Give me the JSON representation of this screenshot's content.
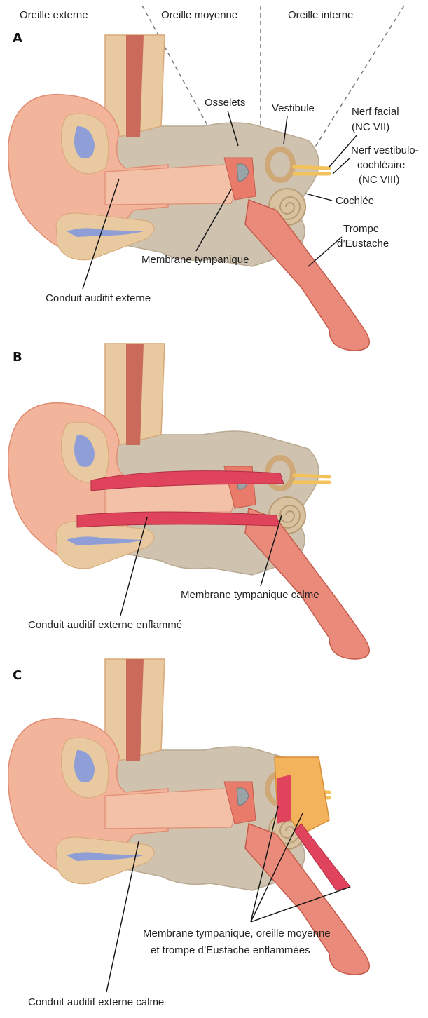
{
  "regions": {
    "outer": "Oreille externe",
    "middle": "Oreille moyenne",
    "inner": "Oreille interne"
  },
  "panels": [
    {
      "letter": "A",
      "labels": {
        "ossicles": "Osselets",
        "vestibule": "Vestibule",
        "facial_nerve_1": "Nerf facial",
        "facial_nerve_2": "(NC VII)",
        "vc_nerve_1": "Nerf vestibulo-",
        "vc_nerve_2": "cochléaire",
        "vc_nerve_3": "(NC VIII)",
        "cochlea": "Cochlée",
        "eustachian_1": "Trompe",
        "eustachian_2": "d’Eustache",
        "tympanic": "Membrane tympanique",
        "canal": "Conduit auditif externe"
      }
    },
    {
      "letter": "B",
      "labels": {
        "tympanic": "Membrane tympanique calme",
        "canal": "Conduit auditif externe enflammé"
      }
    },
    {
      "letter": "C",
      "labels": {
        "inflamed_1": "Membrane tympanique, oreille moyenne",
        "inflamed_2": "et trompe d’Eustache enflammées",
        "canal": "Conduit auditif externe calme"
      }
    }
  ],
  "colors": {
    "skin": "#f2b49a",
    "skin_dark": "#e59378",
    "bone": "#cfc3b0",
    "cartilage": "#e9c9a0",
    "blue": "#8f9ed6",
    "inflamed": "#e0445c",
    "cochlea": "#d8c2a0",
    "nerve": "#f4c25a",
    "pus": "#f3b25c"
  }
}
